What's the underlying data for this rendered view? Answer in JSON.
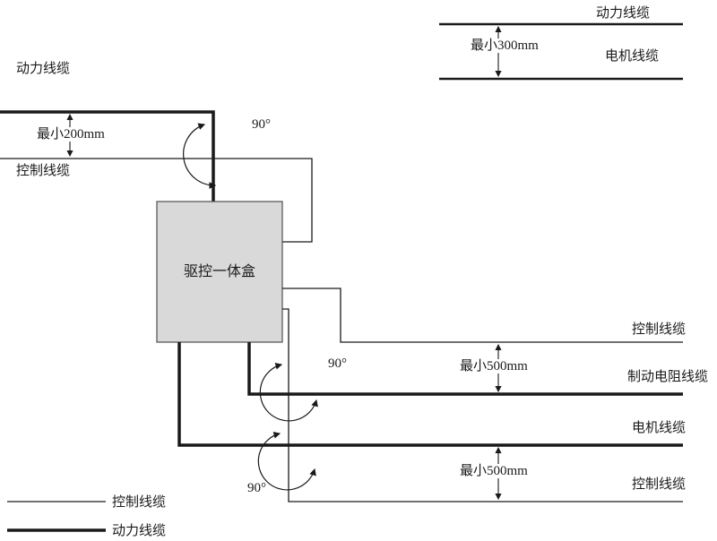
{
  "diagram": {
    "box_label": "驱控一体盒",
    "top_right": {
      "power_label": "动力线缆",
      "motor_label": "电机线缆",
      "dim_label": "最小300mm"
    },
    "left": {
      "power_label": "动力线缆",
      "dim_label": "最小200mm",
      "control_label": "控制线缆",
      "angle_label": "90°"
    },
    "right": {
      "control_top_label": "控制线缆",
      "dim_upper_label": "最小500mm",
      "brake_label": "制动电阻线缆",
      "motor_label": "电机线缆",
      "dim_lower_label": "最小500mm",
      "control_bottom_label": "控制线缆",
      "angle_mid_label": "90°",
      "angle_bottom_label": "90°"
    },
    "legend": {
      "control_label": "控制线缆",
      "power_label": "动力线缆"
    },
    "colors": {
      "line": "#1a1a1a",
      "box_fill": "#d9d9d9",
      "box_border": "#4f4f4f",
      "background": "#ffffff"
    }
  }
}
